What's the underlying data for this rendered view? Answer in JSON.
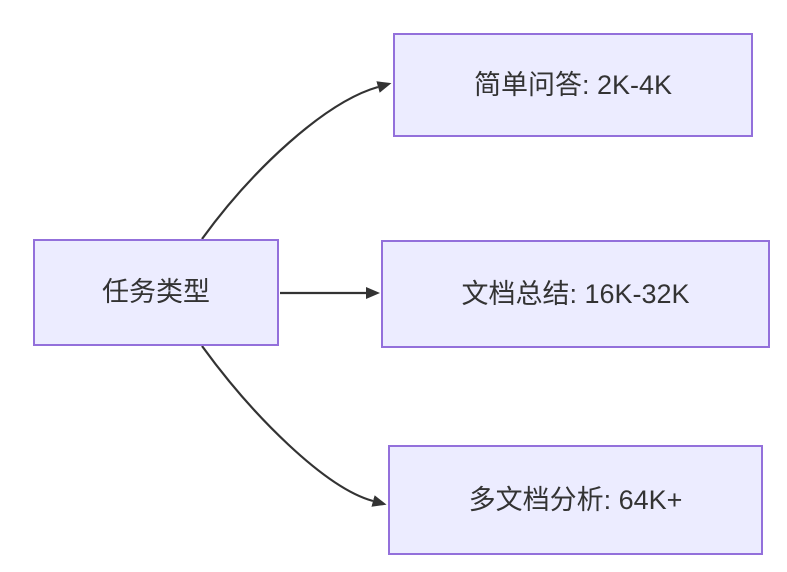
{
  "diagram": {
    "type": "flowchart-left-right",
    "nodes": [
      {
        "id": "task-type",
        "label": "任务类型"
      },
      {
        "id": "simple-qa",
        "label": "简单问答: 2K-4K"
      },
      {
        "id": "doc-summary",
        "label": "文档总结: 16K-32K"
      },
      {
        "id": "multi-doc",
        "label": "多文档分析: 64K+"
      }
    ],
    "edges": [
      {
        "from": "task-type",
        "to": "simple-qa",
        "style": "curved-up",
        "arrowhead": "filled-triangle"
      },
      {
        "from": "task-type",
        "to": "doc-summary",
        "style": "straight",
        "arrowhead": "filled-triangle"
      },
      {
        "from": "task-type",
        "to": "multi-doc",
        "style": "curved-down",
        "arrowhead": "filled-triangle"
      }
    ],
    "colors": {
      "node_fill": "#ECECFF",
      "node_border": "#9370DB",
      "edge": "#333333",
      "text": "#333333",
      "background": "#FFFFFF"
    }
  }
}
